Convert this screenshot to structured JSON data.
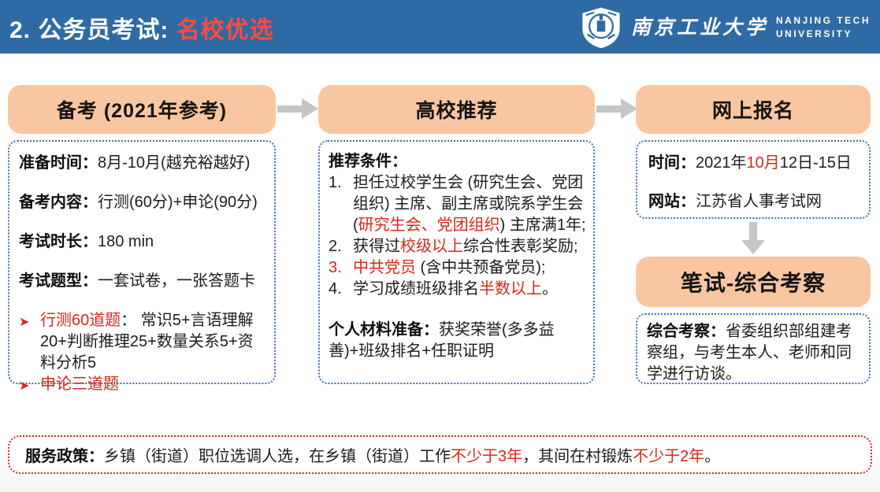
{
  "header": {
    "title_prefix": "2. 公务员考试: ",
    "title_highlight": "名校优选",
    "logo_cn": "南京工业大学",
    "logo_en1": "NANJING TECH",
    "logo_en2": "UNIVERSITY"
  },
  "colors": {
    "topbar_blue": "#2e6aa3",
    "peach": "#f8c7a2",
    "body_red": "#d5281b",
    "title_red": "#ff4b40",
    "dotted_blue": "#3f6db5",
    "dotted_red": "#e0241b",
    "arrow_gray": "#c5c5c5"
  },
  "prep": {
    "header": "备考 (2021年参考)",
    "rows": [
      {
        "label": "准备时间：",
        "text": "8月-10月(越充裕越好)"
      },
      {
        "label": "备考内容：",
        "text": "行测(60分)+申论(90分)"
      },
      {
        "label": "考试时长：",
        "text": "180 min"
      },
      {
        "label": "考试题型：",
        "text": "一套试卷，一张答题卡"
      }
    ],
    "bullet_icon": "➤",
    "bullet1_red": "行测60道题",
    "bullet1_rest": "： 常识5+言语理解20+判断推理25+数量关系5+资料分析5",
    "bullet2_red": "申论三道题"
  },
  "recommend": {
    "header": "高校推荐",
    "cond_label": "推荐条件：",
    "c1_num": "1.",
    "c1_a": "担任过校学生会 (研究生会、党团组织) 主席、副主席或院系学生会 (",
    "c1_red": "研究生会、党团组织",
    "c1_b": ") 主席满1年;",
    "c2_num": "2.",
    "c2_a": "获得过",
    "c2_red": "校级以上",
    "c2_b": "综合性表彰奖励;",
    "c3_num": "3.",
    "c3_red": "中共党员",
    "c3_b": " (含中共预备党员);",
    "c4_num": "4.",
    "c4_a": "学习成绩班级排名",
    "c4_red": "半数以上",
    "c4_b": "。",
    "mat_label": "个人材料准备：",
    "mat_text": "获奖荣誉(多多益善)+班级排名+任职证明"
  },
  "register": {
    "header": "网上报名",
    "time_label": "时间：",
    "time_a": "2021年",
    "time_red": "10月",
    "time_b": "12日-15日",
    "site_label": "网站：",
    "site_text": "江苏省人事考试网"
  },
  "exam": {
    "header": "笔试-综合考察",
    "inspect_label": "综合考察：",
    "inspect_text": "省委组织部组建考察组，与考生本人、老师和同学进行访谈。"
  },
  "policy": {
    "label": "服务政策：",
    "a": "乡镇（街道）职位选调人选，在乡镇（街道）工作",
    "red1": "不少于3年",
    "b": "，其间在村锻炼",
    "red2": "不少于2年",
    "c": "。"
  }
}
